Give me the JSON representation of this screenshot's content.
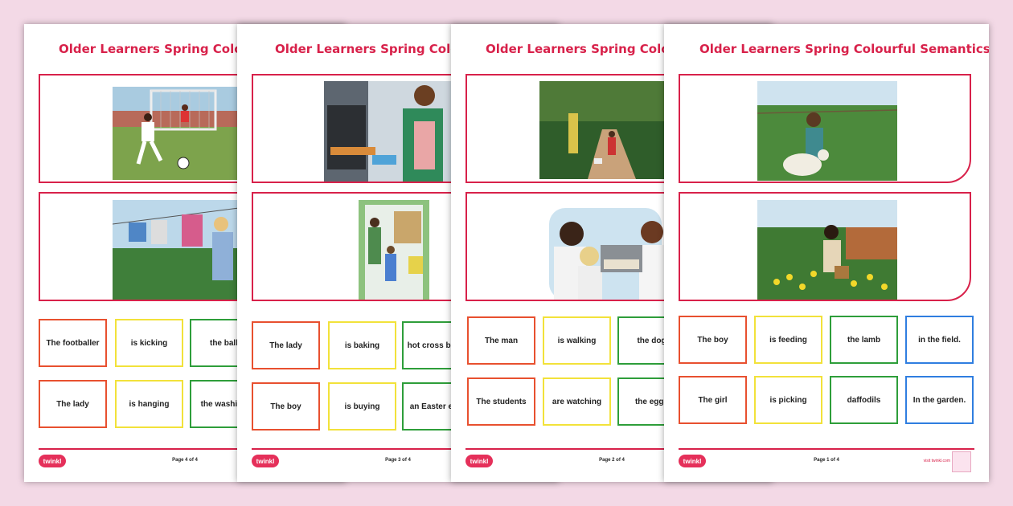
{
  "sheets": [
    {
      "title": "Older Learners Spring Colourful Semantics",
      "page": "Page 4 of 4",
      "row1": [
        "The footballer",
        "is kicking",
        "the ball",
        ""
      ],
      "row2": [
        "The lady",
        "is hanging",
        "the washing",
        ""
      ]
    },
    {
      "title": "Older Learners Spring Colourful Semantics",
      "page": "Page 3 of 4",
      "row1": [
        "The lady",
        "is baking",
        "hot cross buns",
        ""
      ],
      "row2": [
        "The boy",
        "is buying",
        "an Easter egg",
        ""
      ]
    },
    {
      "title": "Older Learners Spring Colourful Semantics",
      "page": "Page 2 of 4",
      "row1": [
        "The man",
        "is walking",
        "the dog",
        ""
      ],
      "row2": [
        "The students",
        "are watching",
        "the eggs",
        ""
      ]
    },
    {
      "title": "Older Learners Spring Colourful Semantics",
      "page": "Page 1 of 4",
      "url": "visit twinkl.com",
      "row1": [
        "The boy",
        "is feeding",
        "the lamb",
        "in the field."
      ],
      "row2": [
        "The girl",
        "is picking",
        "daffodils",
        "In the garden."
      ]
    }
  ],
  "logo_text": "twinkl",
  "colors": {
    "background": "#f3d9e6",
    "accent": "#d8214a",
    "who": "#e8502f",
    "doing": "#f2e23a",
    "what": "#2e9e3a",
    "where": "#2f7ee0"
  }
}
